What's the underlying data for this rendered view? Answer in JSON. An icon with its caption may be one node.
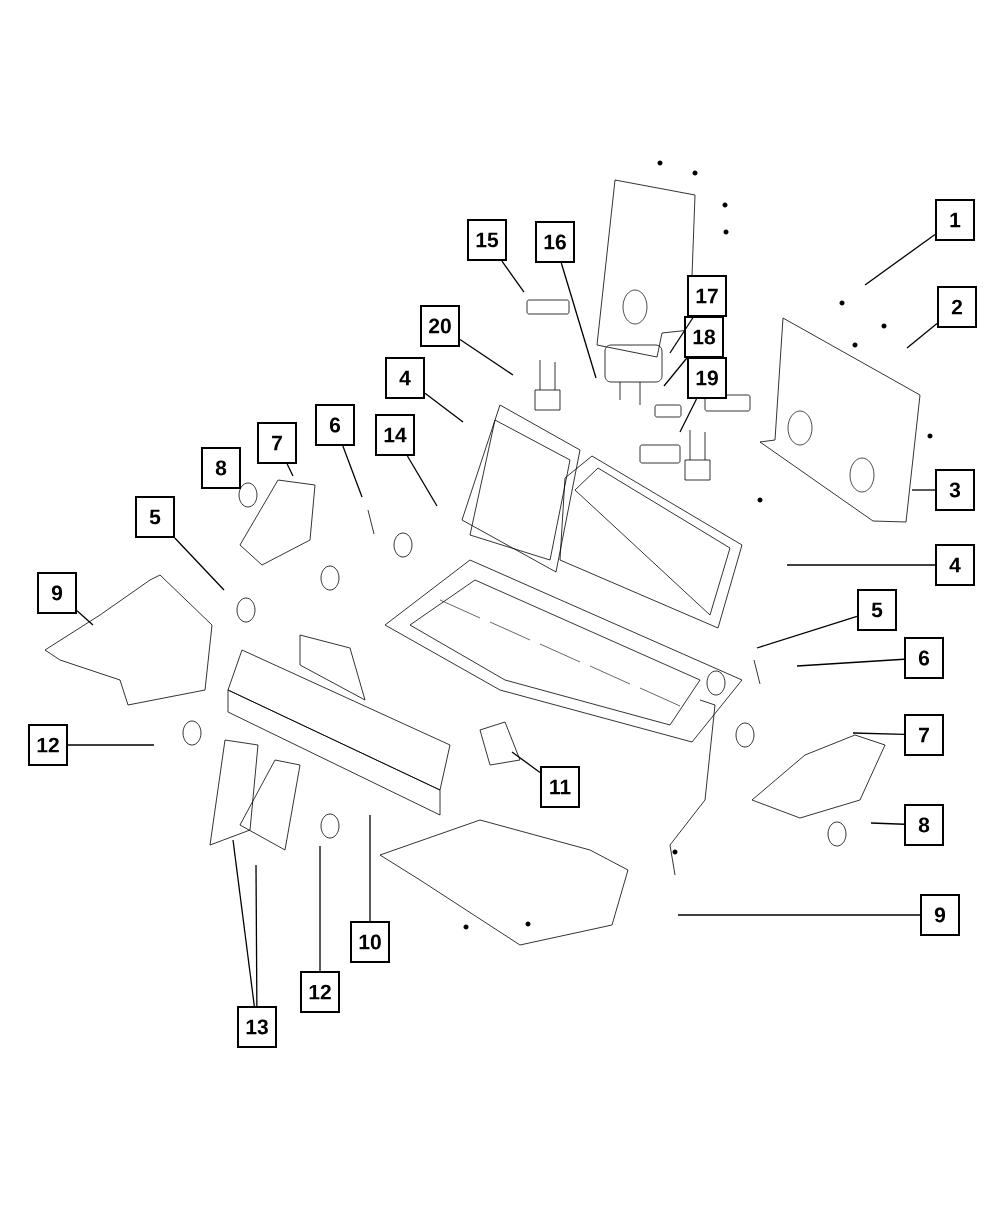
{
  "diagram": {
    "nodes": [
      {
        "text": [
          "1"
        ]
      },
      {
        "text": [
          "15"
        ]
      },
      {
        "text": [
          "16"
        ]
      },
      {
        "text": [
          "17"
        ]
      },
      {
        "text": [
          "2"
        ]
      },
      {
        "text": [
          "20"
        ]
      },
      {
        "text": [
          "18"
        ]
      },
      {
        "text": [
          "4"
        ]
      },
      {
        "text": [
          "19"
        ]
      },
      {
        "text": [
          "6"
        ]
      },
      {
        "text": [
          "14"
        ]
      },
      {
        "text": [
          "7"
        ]
      },
      {
        "text": [
          "8"
        ]
      },
      {
        "text": [
          "3"
        ]
      },
      {
        "text": [
          "5"
        ]
      },
      {
        "text": [
          "4"
        ]
      },
      {
        "text": [
          "9"
        ]
      },
      {
        "text": [
          "5"
        ]
      },
      {
        "text": [
          "6"
        ]
      },
      {
        "text": [
          "7"
        ]
      },
      {
        "text": [
          "12"
        ]
      },
      {
        "text": [
          "11"
        ]
      },
      {
        "text": [
          "8"
        ]
      },
      {
        "text": [
          "9"
        ]
      },
      {
        "text": [
          "10"
        ]
      },
      {
        "text": [
          "12"
        ]
      },
      {
        "text": [
          "13"
        ]
      }
    ],
    "edges": [
      {
        "from": 0,
        "to": null,
        "arrow": "none"
      },
      {
        "from": 1,
        "to": null,
        "arrow": "none"
      },
      {
        "from": 2,
        "to": null,
        "arrow": "none"
      },
      {
        "from": 3,
        "to": null,
        "arrow": "none"
      },
      {
        "from": 4,
        "to": null,
        "arrow": "none"
      },
      {
        "from": 5,
        "to": null,
        "arrow": "none"
      },
      {
        "from": 6,
        "to": null,
        "arrow": "none"
      },
      {
        "from": 7,
        "to": null,
        "arrow": "none"
      },
      {
        "from": 8,
        "to": null,
        "arrow": "none"
      },
      {
        "from": 9,
        "to": null,
        "arrow": "none"
      },
      {
        "from": 10,
        "to": null,
        "arrow": "none"
      },
      {
        "from": 11,
        "to": null,
        "arrow": "none"
      },
      {
        "from": 13,
        "to": null,
        "arrow": "none"
      },
      {
        "from": 14,
        "to": null,
        "arrow": "none"
      },
      {
        "from": 15,
        "to": null,
        "arrow": "none"
      },
      {
        "from": 16,
        "to": null,
        "arrow": "none"
      },
      {
        "from": 17,
        "to": null,
        "arrow": "none"
      },
      {
        "from": 18,
        "to": null,
        "arrow": "none"
      },
      {
        "from": 19,
        "to": null,
        "arrow": "none"
      },
      {
        "from": 20,
        "to": null,
        "arrow": "none"
      },
      {
        "from": 21,
        "to": null,
        "arrow": "none"
      },
      {
        "from": 22,
        "to": null,
        "arrow": "none"
      },
      {
        "from": 23,
        "to": null,
        "arrow": "none"
      },
      {
        "from": 24,
        "to": null,
        "arrow": "none"
      },
      {
        "from": 25,
        "to": null,
        "arrow": "none"
      },
      {
        "from": 26,
        "to": null,
        "arrow": "none"
      },
      {
        "from": 26,
        "to": null,
        "arrow": "none"
      }
    ]
  }
}
